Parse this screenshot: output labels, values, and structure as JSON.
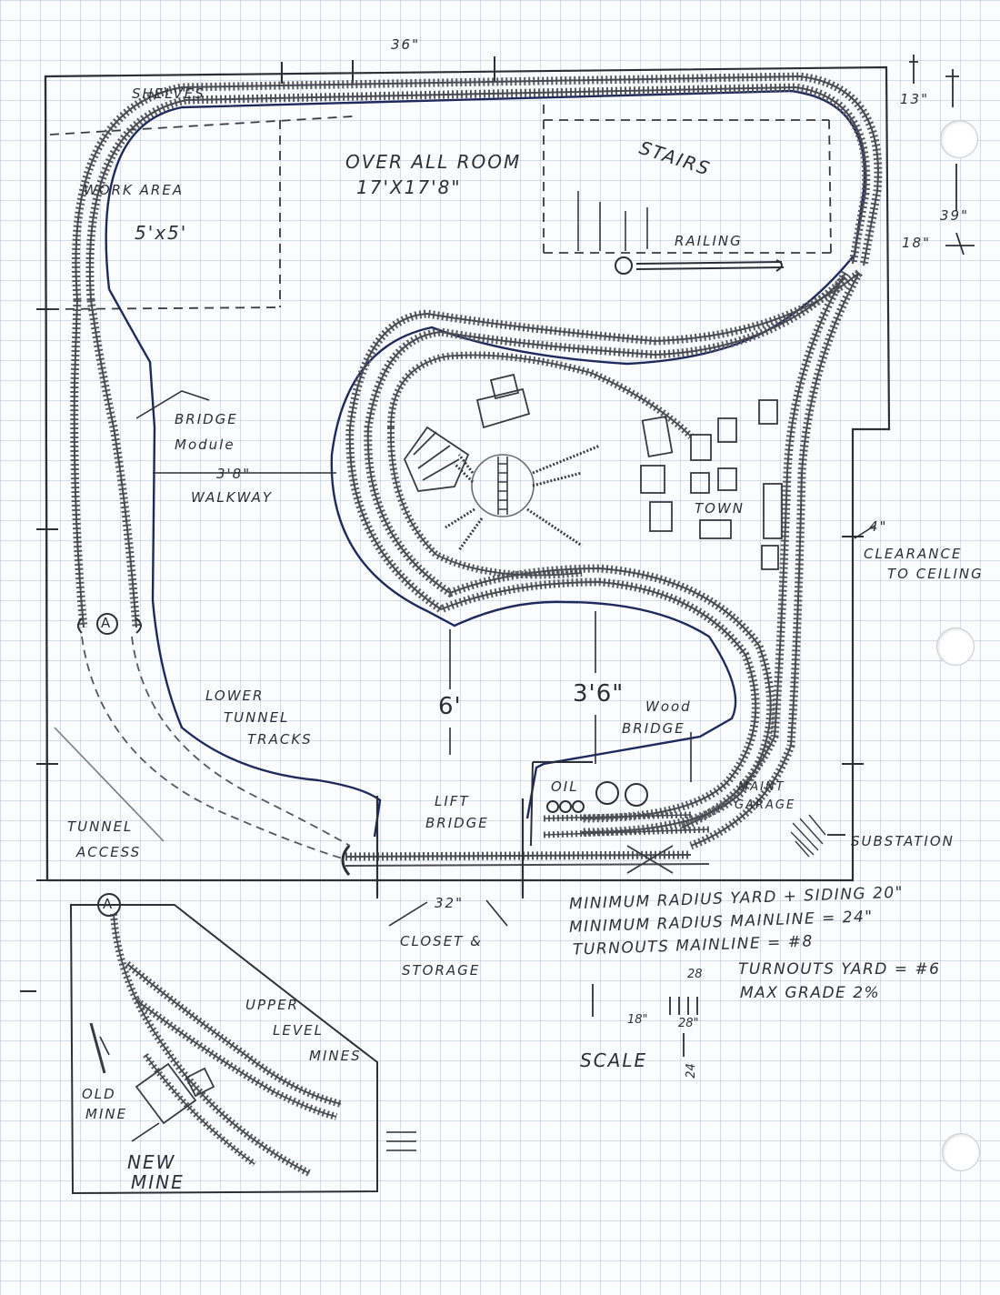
{
  "labels": {
    "top_dim": "36\"",
    "shelves": "SHELVES",
    "work_area": "WORK AREA",
    "work_area_size": "5'x5'",
    "overall_room_title": "OVER ALL ROOM",
    "overall_room_size": "17'X17'8\"",
    "stairs": "STAIRS",
    "railing": "RAILING",
    "right_dim_13": "13\"",
    "right_dim_39": "39\"",
    "right_dim_18": "18\"",
    "bridge_module_1": "BRIDGE",
    "bridge_module_2": "Module",
    "walkway_dim": "3'8\"",
    "walkway": "WALKWAY",
    "town": "TOWN",
    "clearance_dim": "4\"",
    "clearance_1": "CLEARANCE",
    "clearance_2": "TO CEILING",
    "marker_a": "A",
    "lower_tunnel_1": "LOWER",
    "lower_tunnel_2": "TUNNEL",
    "lower_tunnel_3": "TRACKS",
    "dim_6": "6'",
    "dim_3_6": "3'6\"",
    "wood_bridge_1": "Wood",
    "wood_bridge_2": "BRIDGE",
    "oil": "OIL",
    "maint_1": "MAINT",
    "maint_2": "GARAGE",
    "lift_bridge_1": "LIFT",
    "lift_bridge_2": "BRIDGE",
    "substation": "SUBSTATION",
    "tunnel_access_1": "TUNNEL",
    "tunnel_access_2": "ACCESS",
    "closet_dim": "32\"",
    "closet_1": "CLOSET &",
    "closet_2": "STORAGE",
    "upper_level_1": "UPPER",
    "upper_level_2": "LEVEL",
    "upper_level_3": "MINES",
    "old_mine_1": "OLD",
    "old_mine_2": "MINE",
    "new_mine_1": "NEW",
    "new_mine_2": "MINE",
    "scale": "SCALE",
    "scale_28a": "28",
    "scale_18": "18\"",
    "scale_28b": "28\"",
    "scale_24": "24"
  },
  "notes": [
    "MINIMUM RADIUS YARD + SIDING 20\"",
    "MINIMUM RADIUS MAINLINE = 24\"",
    "TURNOUTS MAINLINE = #8",
    "TURNOUTS YARD = #6",
    "MAX GRADE 2%"
  ],
  "colors": {
    "ink": "#2e2e36",
    "blue_ink": "#1f2a5c",
    "pencil": "#6f6f76",
    "grid": "#9fb3c8"
  }
}
